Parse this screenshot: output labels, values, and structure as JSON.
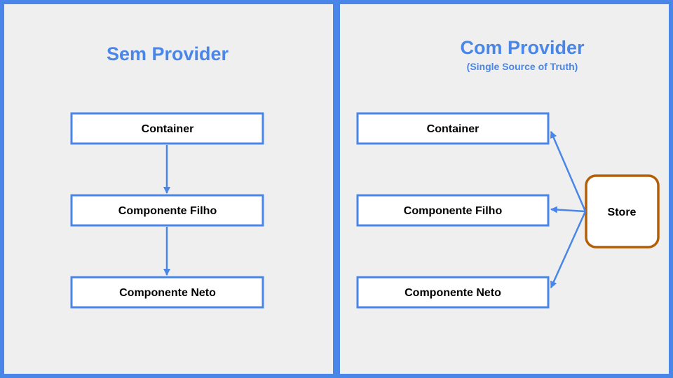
{
  "colors": {
    "accent": "#4a86e8",
    "store_border": "#b45f06",
    "background": "#efefef",
    "box_fill": "#ffffff"
  },
  "left_panel": {
    "title": "Sem Provider",
    "boxes": [
      "Container",
      "Componente Filho",
      "Componente Neto"
    ]
  },
  "right_panel": {
    "title": "Com Provider",
    "subtitle": "(Single Source of Truth)",
    "boxes": [
      "Container",
      "Componente Filho",
      "Componente Neto"
    ],
    "store": "Store"
  }
}
